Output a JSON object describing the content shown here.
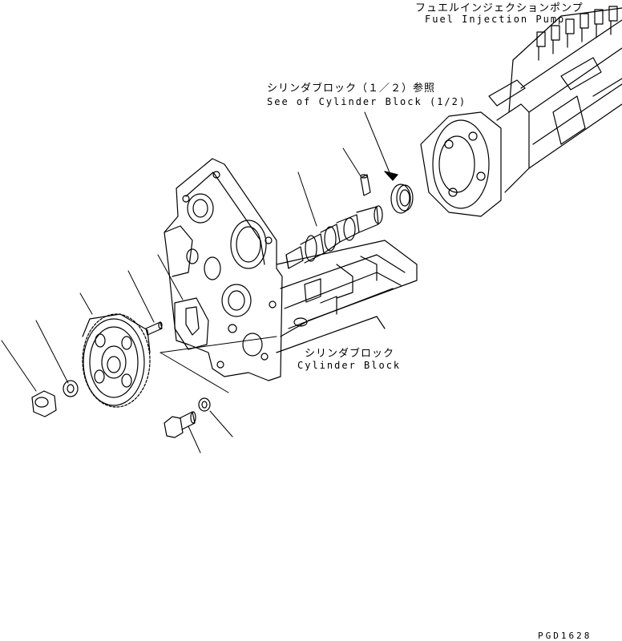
{
  "labels": {
    "fuel_pump_jp": "フュエルインジェクションポンプ",
    "fuel_pump_en": "Fuel Injection Pump",
    "see_block_jp": "シリンダブロック（１／２）参照",
    "see_block_en": "See of Cylinder Block (1/2)",
    "cyl_block_jp": "シリンダブロック",
    "cyl_block_en": "Cylinder Block"
  },
  "drawing_code": "PGD1628"
}
